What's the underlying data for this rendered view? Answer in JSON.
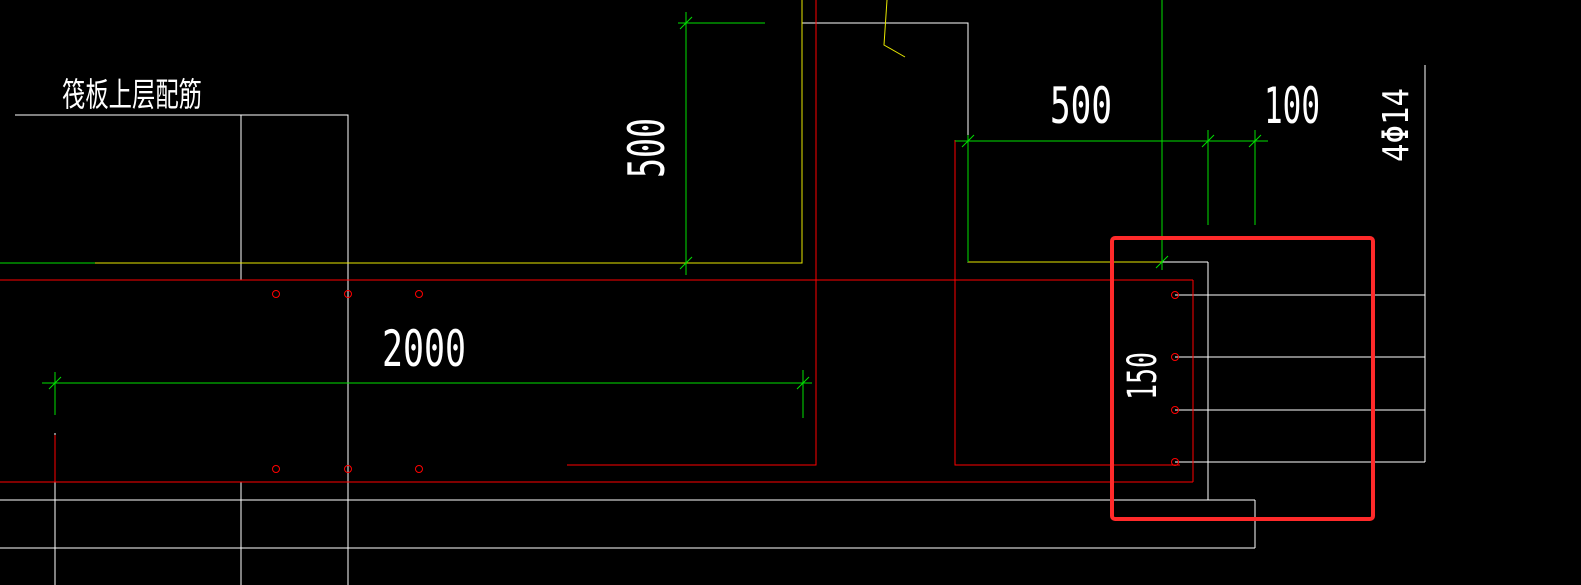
{
  "drawing": {
    "title_label": "筏板上层配筋",
    "dimensions": {
      "vertical_left": "500",
      "horizontal_top_a": "500",
      "horizontal_top_b": "100",
      "horizontal_main": "2000",
      "vertical_right": "150"
    },
    "rebar_callout": "4Φ14",
    "highlight_box": "selection"
  },
  "colors": {
    "background": "#000000",
    "white_lines": "#ffffff",
    "red_lines": "#ff0000",
    "green_dims": "#00ff00",
    "yellow_lines": "#ffff00",
    "highlight": "#ff2a2a"
  }
}
